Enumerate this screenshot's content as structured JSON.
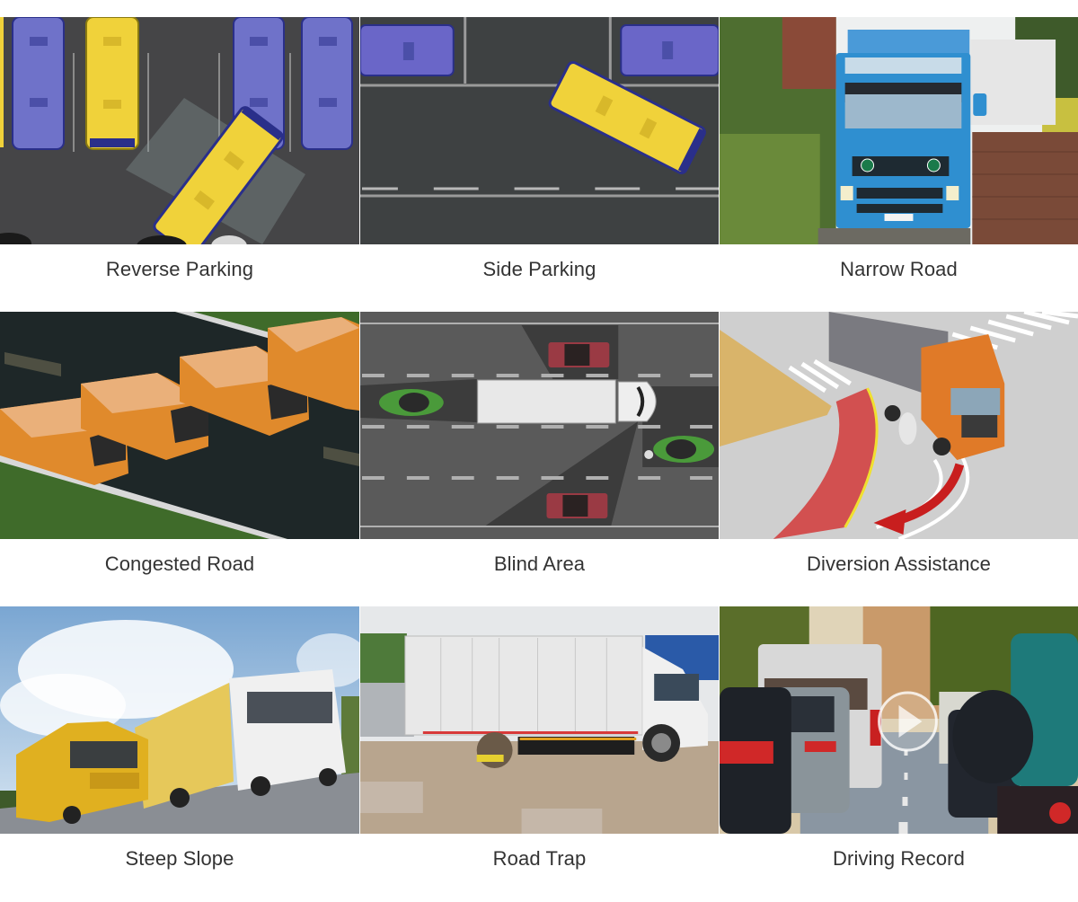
{
  "page": {
    "title": "Truck and bus driving scenarios",
    "background": "#ffffff",
    "label_color": "#333333"
  },
  "scenarios": [
    {
      "label": "Reverse Parking",
      "illustration": "top-down parking lot with blue and yellow buses, yellow bus reversing diagonally into a bay",
      "colors": {
        "ground": "#4a4b4d",
        "bus_blue": "#6f72c9",
        "bus_yellow": "#f0d23a"
      }
    },
    {
      "label": "Side Parking",
      "illustration": "top-down street with yellow bus angled into a parallel parking space between two purple buses",
      "colors": {
        "ground": "#3e4142",
        "bus_blue": "#6a66c8",
        "bus_yellow": "#f0d23a"
      }
    },
    {
      "label": "Narrow Road",
      "illustration": "blue Volvo truck front view squeezing between a hedge and a brick wall",
      "colors": {
        "truck": "#2f8fd0",
        "hedge": "#5b7a36",
        "brick": "#7a4a38",
        "sky": "#f2f2f2"
      }
    },
    {
      "label": "Congested Road",
      "illustration": "four orange buses queued diagonally on a dark road flanked by grass",
      "colors": {
        "road": "#1e2728",
        "bus": "#e08a2c",
        "grass": "#3f6b2a"
      }
    },
    {
      "label": "Blind Area",
      "illustration": "top-down highway with white truck, green cars and red cars in shaded blind-spot zones",
      "colors": {
        "road": "#5a5a5a",
        "zone": "#3c3c3c",
        "truck": "#e8e8e8",
        "car_green": "#4a9a3a",
        "car_red": "#9a3a44"
      }
    },
    {
      "label": "Diversion Assistance",
      "illustration": "orange truck turning right at a crossing with red turning-radius danger zone and a motorcyclist",
      "colors": {
        "road": "#cfcfcf",
        "truck": "#e07a28",
        "zone": "#d23a3a",
        "curb": "#d9b46a"
      }
    },
    {
      "label": "Steep Slope",
      "illustration": "yellow and white heavy trucks driving up a slope under a cloudy blue sky",
      "colors": {
        "sky": "#8fb3d6",
        "truck_yellow": "#e0b020",
        "truck_white": "#f0f0f0",
        "road": "#8a8e94"
      }
    },
    {
      "label": "Road Trap",
      "illustration": "white box truck stuck with wheels sunk in a muddy road",
      "colors": {
        "sky": "#e6e8ea",
        "box": "#e8e8e8",
        "mud": "#b8a58e"
      }
    },
    {
      "label": "Driving Record",
      "illustration": "traffic jam street view with cars and vans, circular play button overlay in center",
      "colors": {
        "trees": "#5a6e2a",
        "building": "#c99a6a",
        "road": "#8a96a2"
      },
      "overlay_icon": "play-icon"
    }
  ]
}
